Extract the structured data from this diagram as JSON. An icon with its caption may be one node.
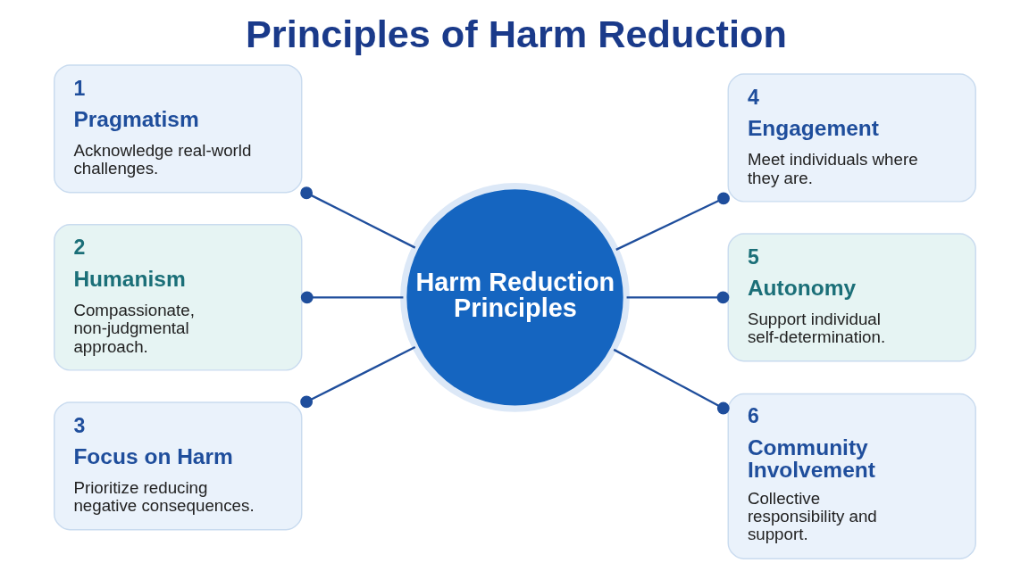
{
  "diagram": {
    "title": "Principles of Harm Reduction",
    "nodes": [
      {
        "text": [
          "Harm Reduction Principles"
        ]
      },
      {
        "text": [
          "1",
          "Pragmatism",
          "Acknowledge real-world challenges."
        ]
      },
      {
        "text": [
          "2",
          "Humanism",
          "Compassionate, non-judgmental approach."
        ]
      },
      {
        "text": [
          "3",
          "Focus on Harm",
          "Prioritize reducing negative consequences."
        ]
      },
      {
        "text": [
          "4",
          "Engagement",
          "Meet individuals where they are."
        ]
      },
      {
        "text": [
          "5",
          "Autonomy",
          "Support individual self-determination."
        ]
      },
      {
        "text": [
          "6",
          "Community Involvement",
          "Collective responsibility and support."
        ]
      }
    ],
    "edges": [
      {
        "from": 0,
        "to": 1,
        "arrow": "other"
      },
      {
        "from": 0,
        "to": 2,
        "arrow": "other"
      },
      {
        "from": 0,
        "to": 3,
        "arrow": "other"
      },
      {
        "from": 0,
        "to": 4,
        "arrow": "other"
      },
      {
        "from": 0,
        "to": 5,
        "arrow": "other"
      },
      {
        "from": 0,
        "to": 6,
        "arrow": "other"
      }
    ]
  }
}
